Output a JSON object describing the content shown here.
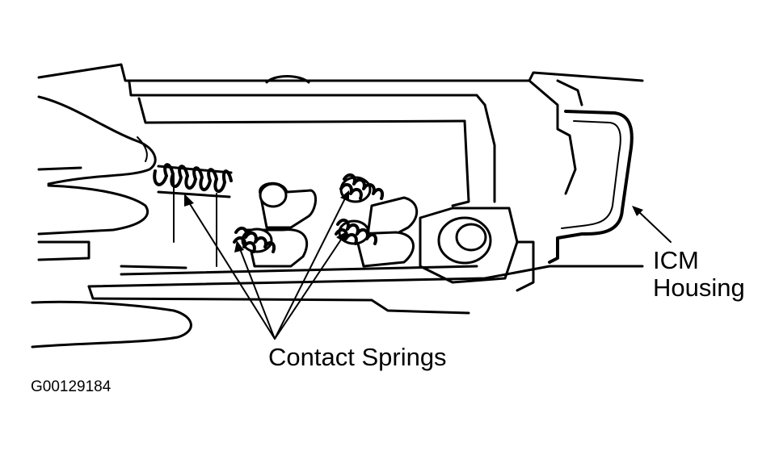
{
  "labels": {
    "icm_housing_line1": "ICM",
    "icm_housing_line2": "Housing",
    "contact_springs": "Contact Springs",
    "figure_id": "G00129184"
  }
}
